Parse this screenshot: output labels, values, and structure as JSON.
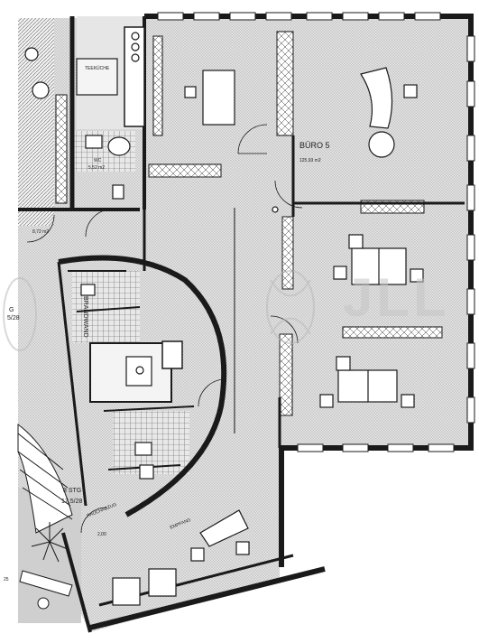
{
  "labels": {
    "office_name": "BÜRO 5",
    "office_area": "125,93 m2",
    "kitchen_name": "TEEKÜCHE",
    "kitchen_area": "",
    "wc_area": "5,52 m2",
    "wc_label": "WC",
    "corridor_area": "8,72 m2",
    "stair_label": "8 STG",
    "stair_ratio": "17,5/28",
    "smoke_vent": "RAUCHABZUG",
    "reception": "EMPFANG",
    "brandwand": "BRANDWAND",
    "left_ratio_g": "G",
    "left_ratio": "5/28",
    "door_height": "2,00",
    "page_number": "25",
    "circle_room_area": "",
    "wc_upper_area": "",
    "wc_lower_area": ""
  },
  "watermark": {
    "text": "JLL",
    "color": "#b9b9b9"
  },
  "colors": {
    "wall": "#1a1a1a",
    "floor": "#d6d6d6",
    "ink": "#222222"
  }
}
